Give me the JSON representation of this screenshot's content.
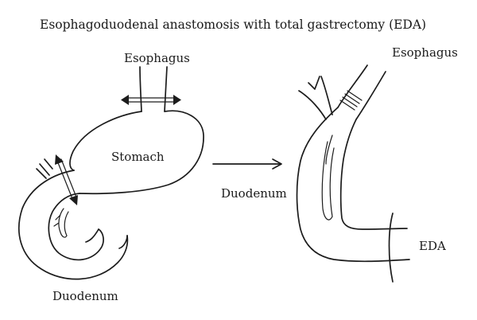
{
  "title": "Esophagoduodenal anastomosis with total gastrectomy (EDA)",
  "before": {
    "esophagus_label": "Esophagus",
    "stomach_label": "Stomach",
    "duodenum_label": "Duodenum"
  },
  "after": {
    "esophagus_label": "Esophagus",
    "duodenum_label": "Duodenum",
    "anastomosis_label": "EDA"
  },
  "colors": {
    "ink": "#1c1c1c",
    "background": "#ffffff"
  }
}
